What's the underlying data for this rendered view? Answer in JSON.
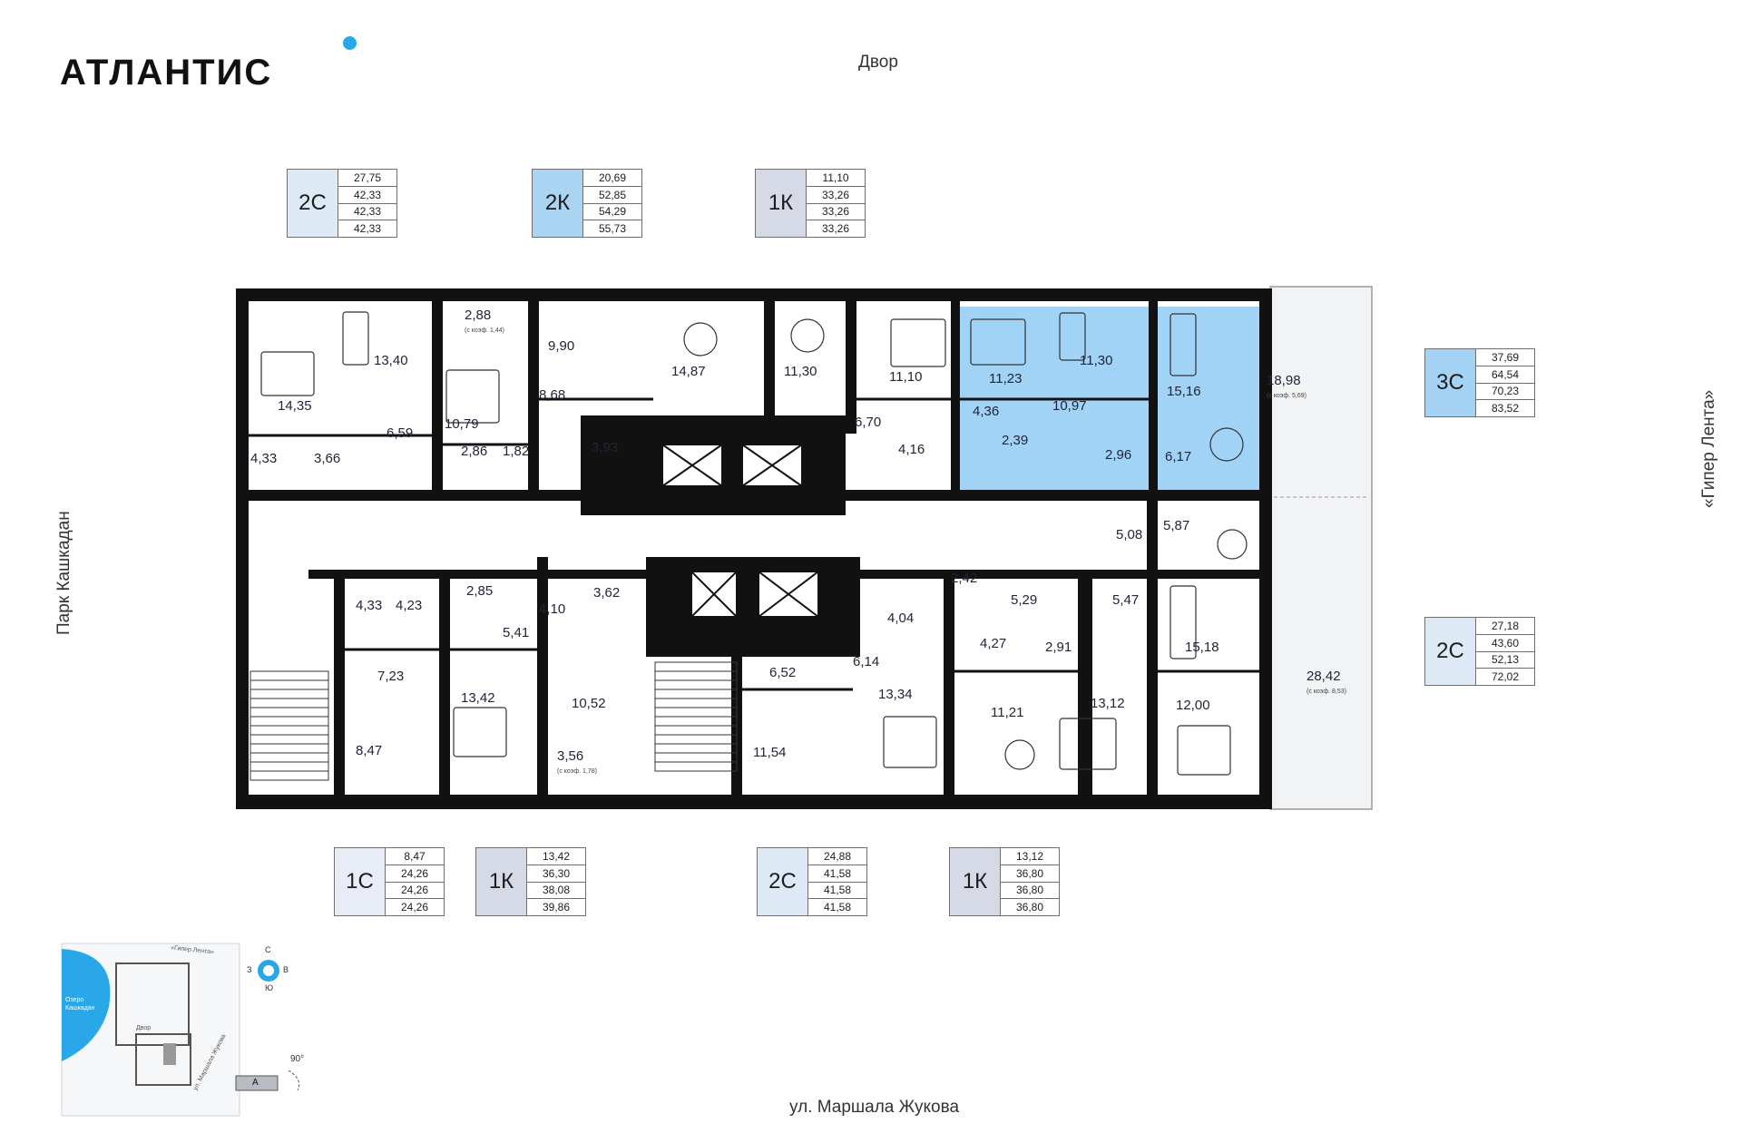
{
  "brand": {
    "name": "АТЛАНТИС"
  },
  "streets": {
    "top": "Двор",
    "bottom": "ул. Маршала Жукова",
    "left": "Парк Кашкадан",
    "right": "«Гипер Лента»"
  },
  "colors": {
    "accent": "#2aa7e8",
    "type_2c": "#ddeaf6",
    "type_2k": "#a9d4f2",
    "type_1k": "#d6d9e6",
    "type_1c": "#e8ecf6",
    "type_3c": "#a3d2f4",
    "highlight": "#a0d3f5",
    "wall": "#111111",
    "balcony": "#eef0f2"
  },
  "legends_top": [
    {
      "code": "2С",
      "areas": [
        "27,75",
        "42,33",
        "42,33",
        "42,33"
      ],
      "color": "#ddeaf6"
    },
    {
      "code": "2К",
      "areas": [
        "20,69",
        "52,85",
        "54,29",
        "55,73"
      ],
      "color": "#a9d4f2"
    },
    {
      "code": "1К",
      "areas": [
        "11,10",
        "33,26",
        "33,26",
        "33,26"
      ],
      "color": "#d6d9e6"
    }
  ],
  "legends_bottom": [
    {
      "code": "1С",
      "areas": [
        "8,47",
        "24,26",
        "24,26",
        "24,26"
      ],
      "color": "#e8ecf6"
    },
    {
      "code": "1К",
      "areas": [
        "13,42",
        "36,30",
        "38,08",
        "39,86"
      ],
      "color": "#d6d9e6"
    },
    {
      "code": "2С",
      "areas": [
        "24,88",
        "41,58",
        "41,58",
        "41,58"
      ],
      "color": "#ddeaf6"
    },
    {
      "code": "1К",
      "areas": [
        "13,12",
        "36,80",
        "36,80",
        "36,80"
      ],
      "color": "#d6d9e6"
    }
  ],
  "legends_right": [
    {
      "code": "3С",
      "areas": [
        "37,69",
        "64,54",
        "70,23",
        "83,52"
      ],
      "color": "#a3d2f4"
    },
    {
      "code": "2С",
      "areas": [
        "27,18",
        "43,60",
        "52,13",
        "72,02"
      ],
      "color": "#ddeaf6"
    }
  ],
  "rooms": [
    "14,35",
    "13,40",
    "6,59",
    "4,33",
    "3,66",
    "2,88",
    "10,79",
    "2,86",
    "1,82",
    "8,68",
    "9,90",
    "14,87",
    "3,93",
    "11,30",
    "6,70",
    "11,10",
    "4,16",
    "11,23",
    "4,36",
    "2,39",
    "10,97",
    "11,30",
    "2,96",
    "15,16",
    "6,17",
    "18,98",
    "4,33",
    "4,23",
    "7,23",
    "8,47",
    "2,85",
    "4,10",
    "5,41",
    "3,62",
    "13,42",
    "10,52",
    "3,56",
    "6,52",
    "11,54",
    "6,14",
    "4,04",
    "13,34",
    "2,42",
    "5,29",
    "4,27",
    "2,91",
    "5,47",
    "5,08",
    "5,87",
    "15,18",
    "12,00",
    "28,42",
    "11,21",
    "13,12"
  ],
  "coef_notes": [
    "(с коэф. 1,44)",
    "(с коэф. 5,69)",
    "(с коэф. 1,78)",
    "(с коэф. 8,53)"
  ],
  "site_plan": {
    "lake": "Озеро Кашкадан",
    "store": "«Гипер Лента»",
    "yard": "Двор",
    "street": "ул. Маршала Жукова",
    "building": "А",
    "angle": "90°",
    "compass": {
      "n": "С",
      "s": "Ю",
      "w": "З",
      "e": "В"
    }
  }
}
